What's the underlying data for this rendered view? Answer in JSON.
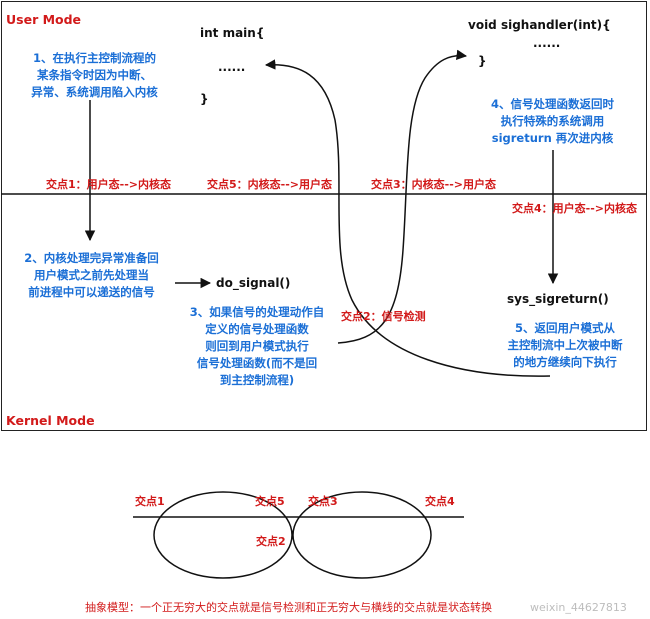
{
  "modes": {
    "user": "User Mode",
    "kernel": "Kernel Mode"
  },
  "code": {
    "main_header": "int main{",
    "main_body": "......",
    "main_close": "}",
    "handler_header": "void sighandler(int){",
    "handler_body": "......",
    "handler_close": "}",
    "do_signal": "do_signal()",
    "sys_sigreturn": "sys_sigreturn()"
  },
  "steps": {
    "s1": [
      "1、在执行主控制流程的",
      "某条指令时因为中断、",
      "异常、系统调用陷入内核"
    ],
    "s2": [
      "2、内核处理完异常准备回",
      "用户模式之前先处理当",
      "前进程中可以递送的信号"
    ],
    "s3": [
      "3、如果信号的处理动作自",
      "定义的信号处理函数",
      "则回到用户模式执行",
      "信号处理函数(而不是回",
      "到主控制流程)"
    ],
    "s4": [
      "4、信号处理函数返回时",
      "执行特殊的系统调用",
      "sigreturn 再次进内核"
    ],
    "s5": [
      "5、返回用户模式从",
      "主控制流中上次被中断",
      "的地方继续向下执行"
    ]
  },
  "crossings": {
    "c1": "交点1：用户态-->内核态",
    "c5": "交点5：内核态-->用户态",
    "c3": "交点3：内核态-->用户态",
    "c4": "交点4：用户态-->内核态",
    "c2": "交点2：信号检测"
  },
  "abstract": {
    "p1": "交点1",
    "p5": "交点5",
    "p3": "交点3",
    "p4": "交点4",
    "p2": "交点2",
    "caption": "抽象模型：一个正无穷大的交点就是信号检测和正无穷大与横线的交点就是状态转换"
  },
  "watermark": "weixin_44627813"
}
